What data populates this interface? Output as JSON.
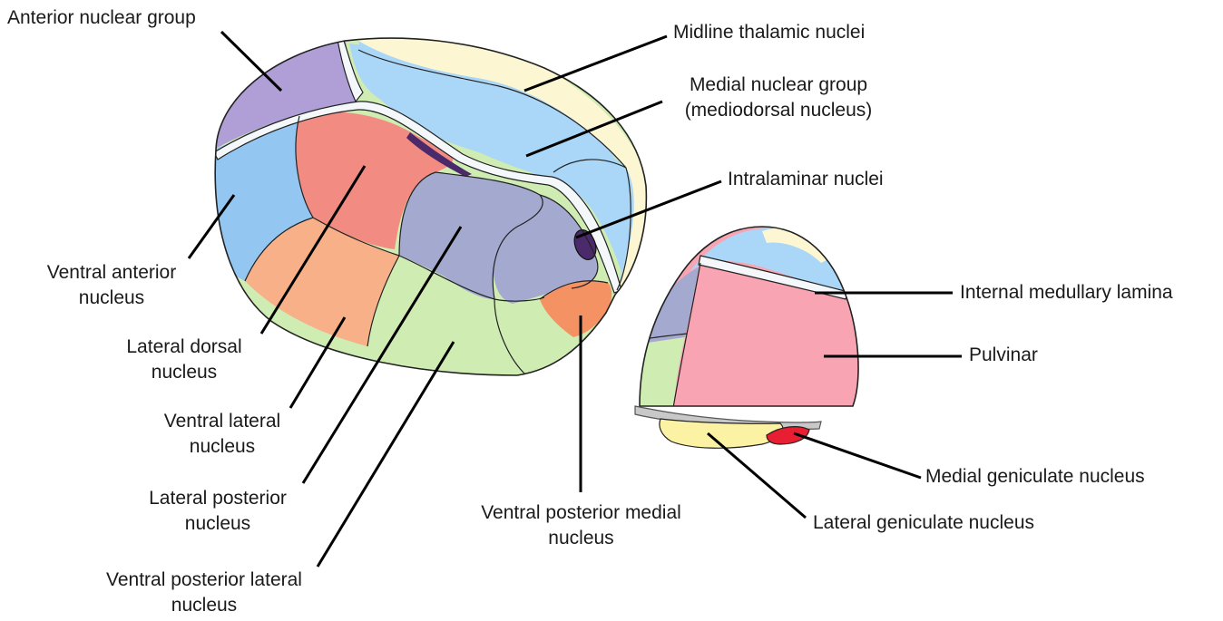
{
  "labels": {
    "anterior_nuclear_group": "Anterior nuclear group",
    "midline_thalamic_nuclei": "Midline thalamic nuclei",
    "medial_nuclear_group_line1": "Medial nuclear group",
    "medial_nuclear_group_line2": "(mediodorsal nucleus)",
    "intralaminar_nuclei": "Intralaminar nuclei",
    "internal_medullary_lamina": "Internal medullary lamina",
    "pulvinar": "Pulvinar",
    "medial_geniculate_nucleus": "Medial geniculate nucleus",
    "lateral_geniculate_nucleus": "Lateral geniculate nucleus",
    "ventral_posterior_medial_line1": "Ventral posterior medial",
    "ventral_posterior_medial_line2": "nucleus",
    "ventral_anterior_line1": "Ventral anterior",
    "ventral_anterior_line2": "nucleus",
    "lateral_dorsal_line1": "Lateral dorsal",
    "lateral_dorsal_line2": "nucleus",
    "ventral_lateral_line1": "Ventral lateral",
    "ventral_lateral_line2": "nucleus",
    "lateral_posterior_line1": "Lateral posterior",
    "lateral_posterior_line2": "nucleus",
    "ventral_posterior_lateral_line1": "Ventral posterior lateral",
    "ventral_posterior_lateral_line2": "nucleus"
  },
  "colors": {
    "anterior": "#b09ed6",
    "midline": "#fdf6d3",
    "medial": "#aad6f7",
    "ventral_anterior": "#93c6f1",
    "lateral_dorsal": "#f28b82",
    "lateral_posterior": "#a4a9cf",
    "ventral_lateral": "#f8b088",
    "ventral_posterior_lateral": "#cfecb3",
    "ventral_posterior_medial": "#f59264",
    "intralaminar": "#4a2a6a",
    "lamina": "#f4f8fb",
    "pulvinar": "#f8a4b3",
    "lateral_geniculate": "#fbf3a3",
    "medial_geniculate": "#e81e32",
    "outline": "#222222"
  }
}
